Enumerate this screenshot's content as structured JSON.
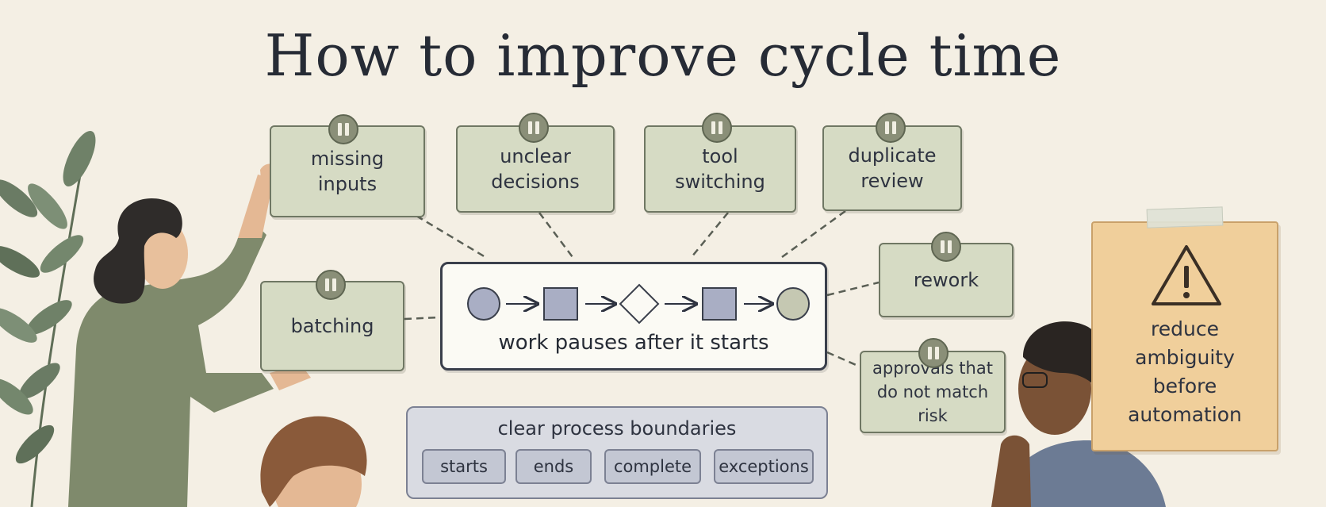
{
  "title": "How to improve cycle time",
  "flow": {
    "caption": "work pauses after it starts",
    "nodes": [
      "circle-icon",
      "square-icon",
      "diamond-icon",
      "square-icon",
      "circle-icon"
    ]
  },
  "delays": [
    {
      "id": "missing-inputs",
      "label": "missing\ninputs"
    },
    {
      "id": "unclear-decisions",
      "label": "unclear\ndecisions"
    },
    {
      "id": "tool-switching",
      "label": "tool\nswitching"
    },
    {
      "id": "duplicate-review",
      "label": "duplicate\nreview"
    },
    {
      "id": "batching",
      "label": "batching"
    },
    {
      "id": "rework",
      "label": "rework"
    },
    {
      "id": "approvals",
      "label": "approvals that\ndo not match risk"
    }
  ],
  "boundaries": {
    "title": "clear process boundaries",
    "items": [
      "starts",
      "ends",
      "complete",
      "exceptions"
    ]
  },
  "note": {
    "icon": "warning-icon",
    "text": "reduce\nambiguity\nbefore\nautomation"
  },
  "colors": {
    "card_fill": "#d6dbc4",
    "pause_icon": "#8a8f78",
    "note_fill": "#f0cf9b",
    "boundary_fill": "#d9dbe2"
  }
}
